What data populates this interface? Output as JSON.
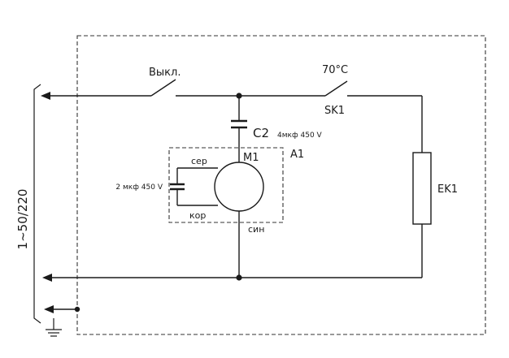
{
  "diagram": {
    "switch_label": "Выкл.",
    "thermostat_temp": "70°C",
    "thermostat_ref": "SK1",
    "cap_c2_ref": "C2",
    "cap_c2_value": "4мкф 450 V",
    "motor_ref": "M1",
    "assembly_ref": "A1",
    "wire_grey": "сер",
    "wire_brown": "кор",
    "wire_blue": "син",
    "cap_start_value": "2 мкф 450 V",
    "heater_ref": "EK1",
    "supply_label": "1~50/220"
  }
}
